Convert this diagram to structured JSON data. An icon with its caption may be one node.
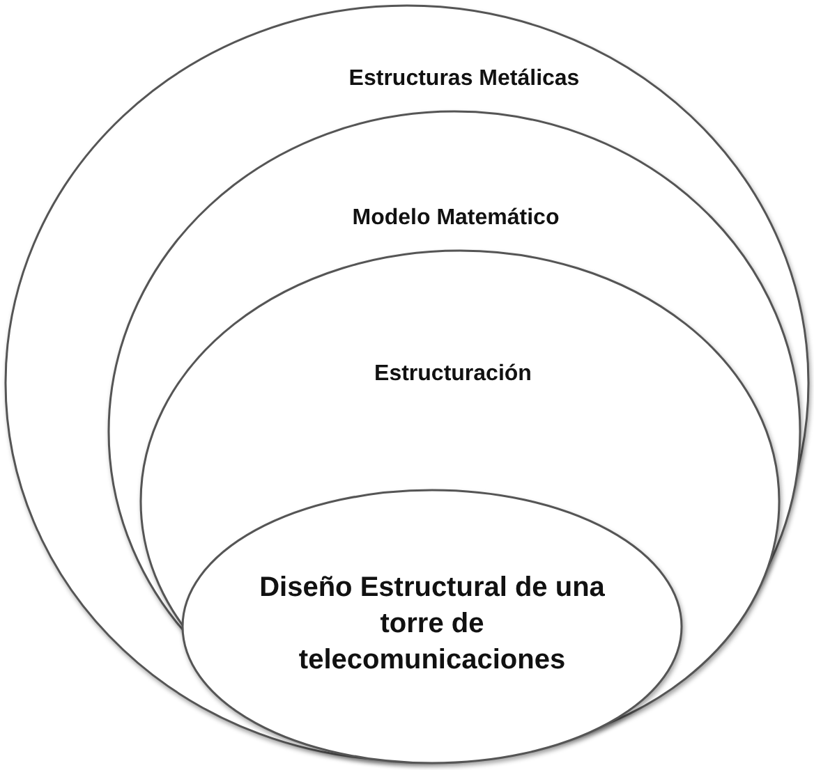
{
  "diagram": {
    "nodes": [
      {
        "text": [
          "Estructuras Metálicas"
        ]
      },
      {
        "text": [
          "Modelo Matemático"
        ],
        "in": 0
      },
      {
        "text": [
          "Estructuración"
        ],
        "in": 1
      },
      {
        "text": [
          "Diseño Estructural de una torre de telecomunicaciones"
        ],
        "in": 2
      }
    ]
  }
}
